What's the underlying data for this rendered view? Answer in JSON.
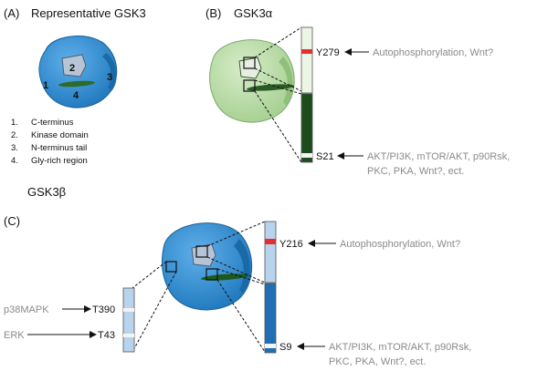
{
  "panel_a": {
    "label": "(A)",
    "title": "Representative GSK3",
    "protein_region_numbers": [
      "1",
      "2",
      "3",
      "4"
    ],
    "legend": [
      {
        "num": "1.",
        "text": "C-terminus"
      },
      {
        "num": "2.",
        "text": "Kinase domain"
      },
      {
        "num": "3.",
        "text": "N-terminus tail"
      },
      {
        "num": "4.",
        "text": "Gly-rich region"
      }
    ],
    "isoform_label": "GSK3β"
  },
  "panel_b": {
    "label": "(B)",
    "title": "GSK3α",
    "sites": [
      {
        "residue": "Y279",
        "regulators": [
          "Autophosphorylation, Wnt?"
        ]
      },
      {
        "residue": "S21",
        "regulators": [
          "AKT/PI3K, mTOR/AKT, p90Rsk,",
          "PKC, PKA, Wnt?, ect."
        ]
      }
    ]
  },
  "panel_c": {
    "label": "(C)",
    "left_sites": [
      {
        "residue": "T390",
        "regulator": "p38MAPK"
      },
      {
        "residue": "T43",
        "regulator": "ERK"
      }
    ],
    "right_sites": [
      {
        "residue": "Y216",
        "regulators": [
          "Autophosphorylation, Wnt?"
        ]
      },
      {
        "residue": "S9",
        "regulators": [
          "AKT/PI3K, mTOR/AKT, p90Rsk,",
          "PKC, PKA, Wnt?, ect."
        ]
      }
    ]
  },
  "colors": {
    "gsk3b_blue": "#2f8fd4",
    "gsk3a_green": "#b9dca6",
    "dark_green": "#1d4d1d",
    "highlight_red": "#e23030"
  }
}
